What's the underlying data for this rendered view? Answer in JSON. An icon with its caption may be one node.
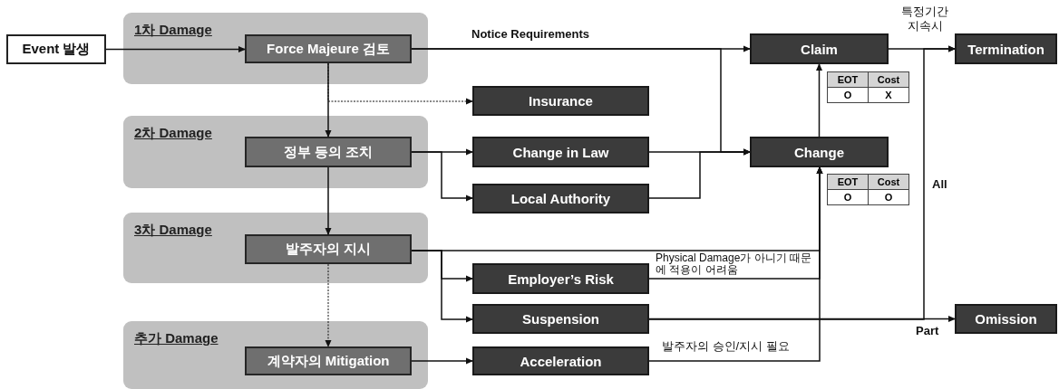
{
  "diagram": {
    "nodes": [
      {
        "text": [
          "Event 발생"
        ]
      },
      {
        "text": [
          "1차 Damage"
        ]
      },
      {
        "text": [
          "Force Majeure 검토"
        ],
        "in": 1
      },
      {
        "text": [
          "Insurance"
        ]
      },
      {
        "text": [
          "2차 Damage"
        ]
      },
      {
        "text": [
          "정부 등의 조치"
        ],
        "in": 4
      },
      {
        "text": [
          "Change in Law"
        ]
      },
      {
        "text": [
          "Local Authority"
        ]
      },
      {
        "text": [
          "3차 Damage"
        ]
      },
      {
        "text": [
          "발주자의 지시"
        ],
        "in": 8
      },
      {
        "text": [
          "Employer’s Risk"
        ]
      },
      {
        "text": [
          "Suspension"
        ]
      },
      {
        "text": [
          "추가 Damage"
        ]
      },
      {
        "text": [
          "계약자의 Mitigation"
        ],
        "in": 12
      },
      {
        "text": [
          "Acceleration"
        ]
      },
      {
        "text": [
          "Claim"
        ]
      },
      {
        "text": [
          "Change"
        ]
      },
      {
        "text": [
          "Termination"
        ]
      },
      {
        "text": [
          "Omission"
        ]
      }
    ],
    "edges": [
      {
        "from": 0,
        "to": 2,
        "arrow": "to"
      },
      {
        "from": 2,
        "to": 15,
        "arrow": "to",
        "label": "Notice Requirements"
      },
      {
        "from": 2,
        "to": 16,
        "arrow": "to"
      },
      {
        "from": 2,
        "to": 5,
        "arrow": "to"
      },
      {
        "from": 2,
        "to": 3,
        "arrow": "to",
        "style": "dashed"
      },
      {
        "from": 5,
        "to": 6,
        "arrow": "to"
      },
      {
        "from": 5,
        "to": 7,
        "arrow": "to"
      },
      {
        "from": 6,
        "to": 16,
        "arrow": "to"
      },
      {
        "from": 7,
        "to": 16,
        "arrow": "to"
      },
      {
        "from": 16,
        "to": 15,
        "arrow": "to"
      },
      {
        "from": 5,
        "to": 9,
        "arrow": "to"
      },
      {
        "from": 9,
        "to": 10,
        "arrow": "to"
      },
      {
        "from": 9,
        "to": 11,
        "arrow": "to"
      },
      {
        "from": 9,
        "to": 16,
        "arrow": "to"
      },
      {
        "from": 10,
        "to": 16,
        "arrow": "to",
        "label": "Physical Damage가 아니기 때문에 적용이 어려움"
      },
      {
        "from": 9,
        "to": 13,
        "arrow": "to",
        "style": "dashed"
      },
      {
        "from": 13,
        "to": 14,
        "arrow": "to"
      },
      {
        "from": 14,
        "to": 16,
        "arrow": "to",
        "label": "발주자의 승인/지시 필요"
      },
      {
        "from": 15,
        "to": 17,
        "arrow": "to",
        "label": "특정기간 지속시"
      },
      {
        "from": 11,
        "to": 17,
        "arrow": "to",
        "label": "All"
      },
      {
        "from": 11,
        "to": 18,
        "arrow": "to",
        "label": "Part"
      }
    ],
    "labels": [
      "EOT",
      "Cost",
      "O",
      "X",
      "EOT",
      "Cost",
      "O",
      "O"
    ]
  }
}
